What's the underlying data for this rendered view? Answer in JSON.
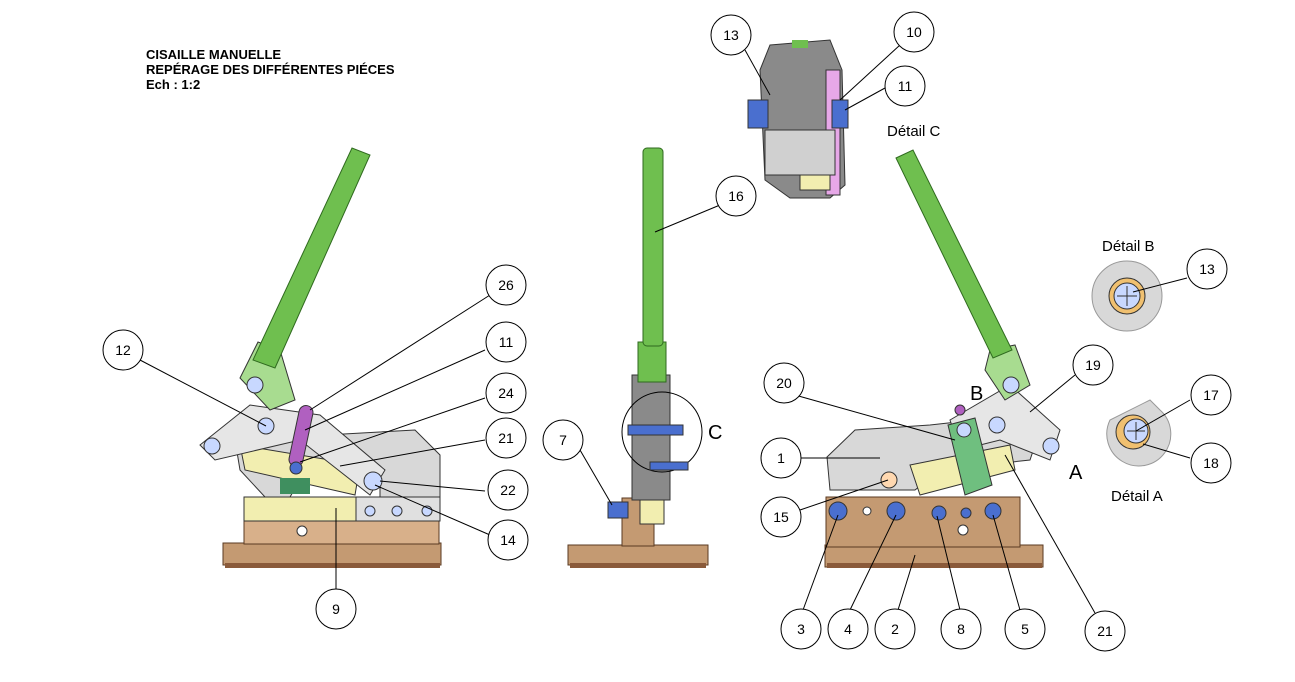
{
  "title": {
    "line1": "CISAILLE MANUELLE",
    "line2": "REPÉRAGE DES DIFFÉRENTES PIÉCES",
    "line3": "Ech : 1:2"
  },
  "detail_labels": {
    "c": "Détail C",
    "b": "Détail B",
    "a": "Détail A"
  },
  "view_letters": {
    "c": "C",
    "b": "B",
    "a": "A"
  },
  "part_numbers": [
    "26",
    "11",
    "12",
    "24",
    "21",
    "22",
    "14",
    "9",
    "7",
    "16",
    "13",
    "10",
    "11",
    "13",
    "20",
    "19",
    "1",
    "17",
    "15",
    "18",
    "21",
    "3",
    "4",
    "2",
    "8",
    "5"
  ],
  "colors": {
    "handle": "#6fbf4f",
    "handle_dark": "#3f7f2f",
    "frame": "#d4d4d4",
    "base": "#c49a72",
    "base_dark": "#8a5a3a",
    "blade": "#f2eeb0",
    "link": "#b060c0",
    "bolt": "#4a6fcf"
  }
}
